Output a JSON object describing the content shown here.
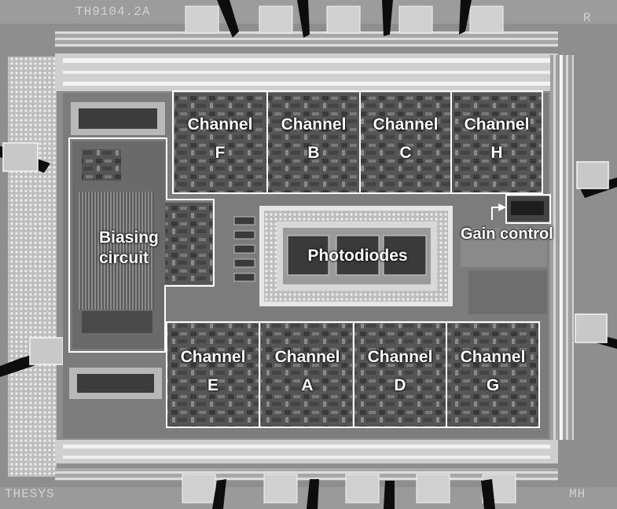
{
  "die_marking": "TH9104.2A",
  "corner_mark_tl": "THESYS",
  "corner_mark_br": "MH",
  "corner_mark_tr": "R",
  "blocks": {
    "channel_f": {
      "line1": "Channel",
      "line2": "F"
    },
    "channel_b": {
      "line1": "Channel",
      "line2": "B"
    },
    "channel_c": {
      "line1": "Channel",
      "line2": "C"
    },
    "channel_h": {
      "line1": "Channel",
      "line2": "H"
    },
    "channel_e": {
      "line1": "Channel",
      "line2": "E"
    },
    "channel_a": {
      "line1": "Channel",
      "line2": "A"
    },
    "channel_d": {
      "line1": "Channel",
      "line2": "D"
    },
    "channel_g": {
      "line1": "Channel",
      "line2": "G"
    },
    "biasing": {
      "line1": "Biasing",
      "line2": "circuit"
    },
    "photodiodes": "Photodiodes",
    "gain_control": "Gain control"
  }
}
